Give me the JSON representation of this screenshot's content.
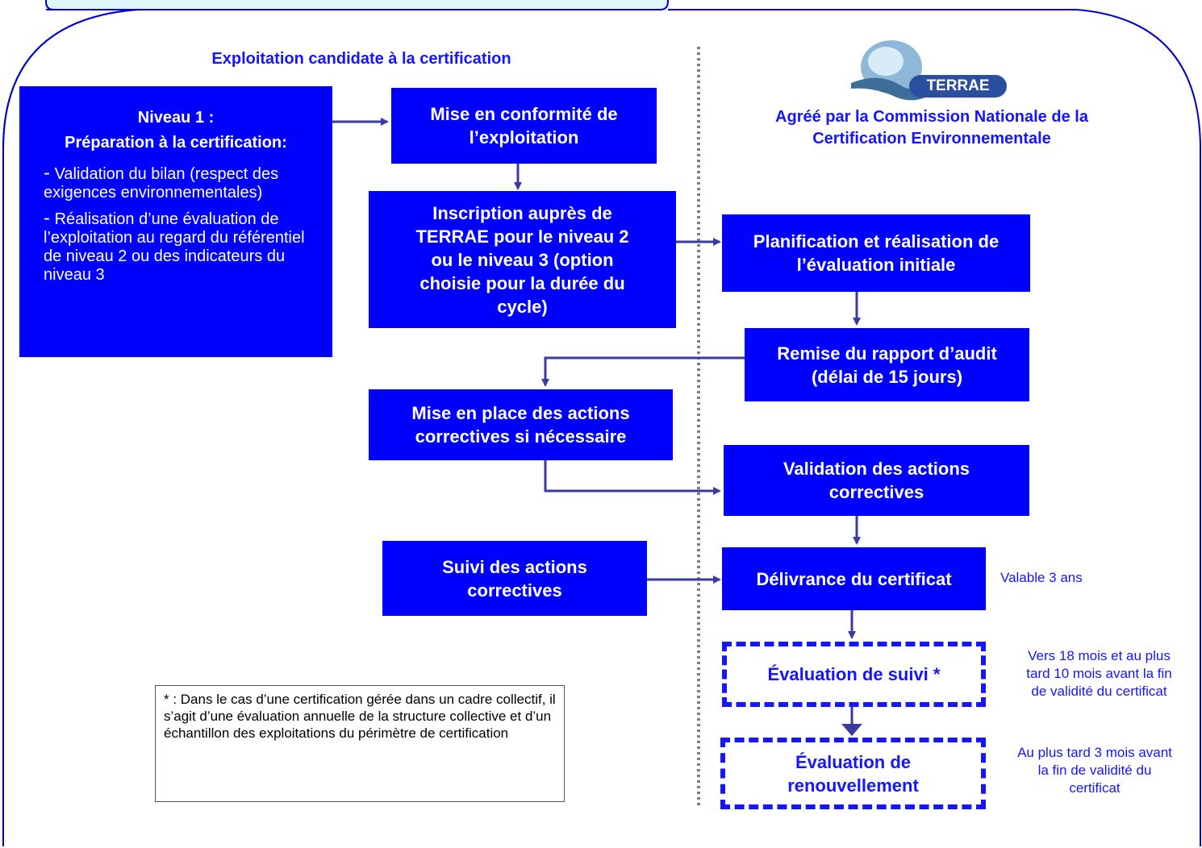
{
  "headings": {
    "left": "Exploitation candidate à la certification",
    "right_line1": "Agréé par la Commission Nationale de la",
    "right_line2": "Certification Environnementale"
  },
  "logo": {
    "text": "TERRAE",
    "icon": "globe-arrow-logo"
  },
  "niveau1": {
    "title_line1": "Niveau 1 :",
    "title_line2": "Préparation à la certification:",
    "bullet1_dash": "-",
    "bullet1": "Validation du bilan (respect des exigences environnementales)",
    "bullet2_dash": "-",
    "bullet2": "Réalisation d’une évaluation de l’exploitation au regard du référentiel de niveau 2 ou des indicateurs du niveau 3"
  },
  "left_boxes": {
    "conformite": [
      "Mise en conformité de",
      "l’exploitation"
    ],
    "inscription": [
      "Inscription auprès de",
      "TERRAE pour le niveau 2",
      "ou le niveau 3 (option",
      "choisie pour la durée du",
      "cycle)"
    ],
    "actions": [
      "Mise en place des actions",
      "correctives si nécessaire"
    ],
    "suivi": [
      "Suivi des actions",
      "correctives"
    ]
  },
  "right_boxes": {
    "planification": [
      "Planification et réalisation de",
      "l’évaluation initiale"
    ],
    "remise": [
      "Remise du rapport d’audit",
      "(délai de 15 jours)"
    ],
    "validation": [
      "Validation des actions",
      "correctives"
    ],
    "delivrance": [
      "Délivrance du certificat"
    ],
    "eval_suivi": [
      "Évaluation de suivi *"
    ],
    "eval_renouvellement": [
      "Évaluation de",
      "renouvellement"
    ]
  },
  "notes": {
    "valable": "Valable 3 ans",
    "suivi_note": [
      "Vers 18 mois et au plus",
      "tard 10 mois avant la fin",
      "de validité du certificat"
    ],
    "renouvellement_note": [
      "Au plus tard 3 mois avant",
      "la fin de validité du",
      "certificat"
    ]
  },
  "footnote": "* : Dans le cas d’une certification gérée dans un cadre collectif, il s’agit d’une évaluation annuelle de la structure collective et d’un échantillon des exploitations du périmètre de certification",
  "colors": {
    "box": "#0000ff",
    "text_blue": "#1515ff",
    "arrow": "#3a3aa0",
    "frame": "#0000cc",
    "tab_fill": "#dff6fb"
  }
}
